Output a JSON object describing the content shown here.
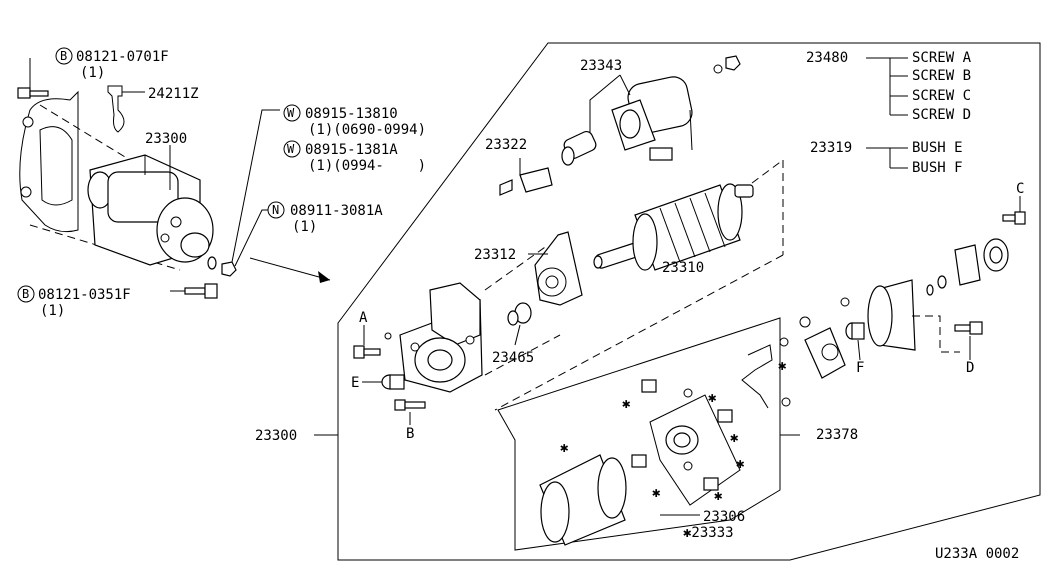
{
  "callouts": {
    "top_left_bolt": {
      "badge": "B",
      "part": "08121-0701F",
      "qty": "(1)"
    },
    "clip": {
      "part": "24211Z"
    },
    "starter_ref": {
      "part": "23300"
    },
    "washer_1": {
      "badge": "W",
      "part": "08915-13810",
      "note": "(1)(0690-0994)"
    },
    "washer_2": {
      "badge": "W",
      "part": "08915-1381A",
      "note": "(1)(0994-    )"
    },
    "nut": {
      "badge": "N",
      "part": "08911-3081A",
      "qty": "(1)"
    },
    "bottom_bolt": {
      "badge": "B",
      "part": "08121-0351F",
      "qty": "(1)"
    }
  },
  "parts": {
    "solenoid": "23343",
    "lever_kit": "23322",
    "armature": "23310",
    "gear_housing": "23312",
    "pinion": "23465",
    "starter_assy": "23300",
    "yoke": "23306",
    "brush_holder": "23378",
    "screw_set": "23480",
    "bush_set": "23319",
    "brush_part": "✱23333"
  },
  "screw_list": [
    "SCREW A",
    "SCREW B",
    "SCREW C",
    "SCREW D"
  ],
  "bush_list": [
    "BUSH E",
    "BUSH F"
  ],
  "letters": {
    "a": "A",
    "b": "B",
    "c": "C",
    "d": "D",
    "e": "E",
    "f": "F"
  },
  "star": "✱",
  "diagram_code": "U233A 0002"
}
